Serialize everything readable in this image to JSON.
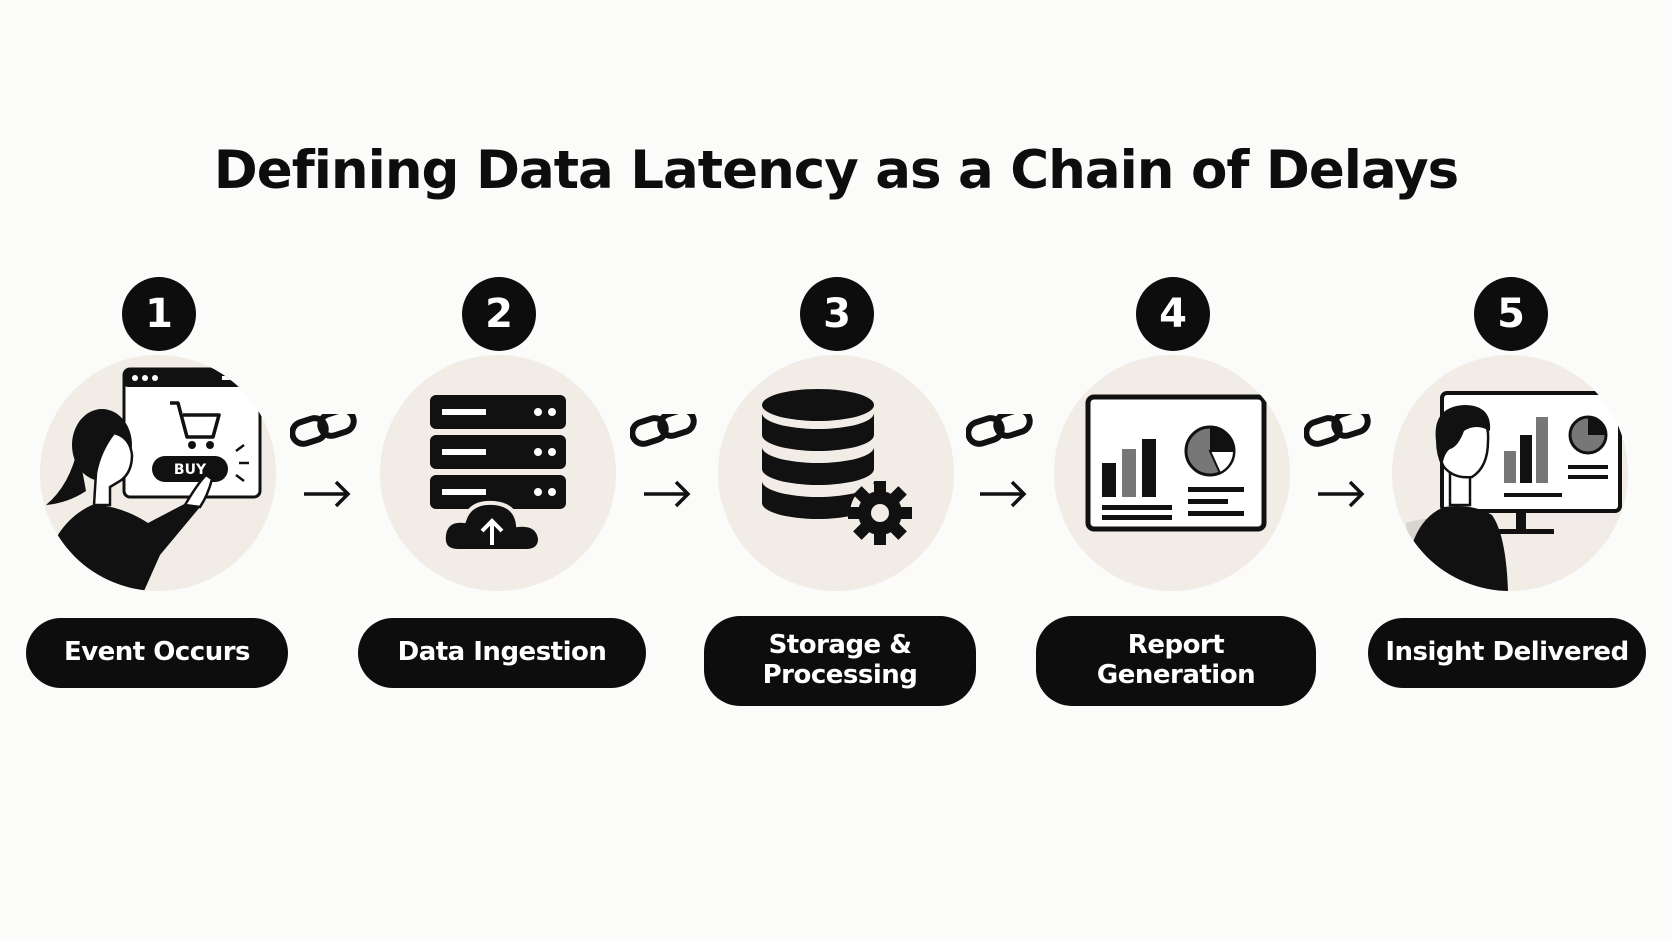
{
  "title": "Defining Data Latency as a Chain of Delays",
  "steps": [
    {
      "number": "1",
      "label": "Event Occurs",
      "button_text": "BUY"
    },
    {
      "number": "2",
      "label": "Data Ingestion"
    },
    {
      "number": "3",
      "label": "Storage &\nProcessing"
    },
    {
      "number": "4",
      "label": "Report\nGeneration"
    },
    {
      "number": "5",
      "label": "Insight Delivered"
    }
  ],
  "colors": {
    "ink": "#0d0d0d",
    "circle_fill": "#f1ece5",
    "background": "#fbfbfa"
  }
}
